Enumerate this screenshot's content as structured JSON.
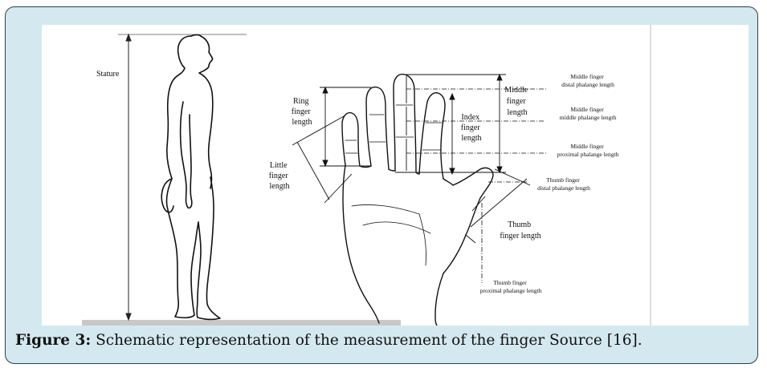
{
  "figure": {
    "caption_label": "Figure 3:",
    "caption_text": " Schematic representation of the measurement of the finger Source [16].",
    "labels": {
      "stature": "Stature",
      "ring": [
        "Ring",
        "finger",
        "length"
      ],
      "little": [
        "Little",
        "finger",
        "length"
      ],
      "index": [
        "Index",
        "finger",
        "length"
      ],
      "middle": [
        "Middle",
        "finger",
        "length"
      ],
      "thumb": [
        "Thumb",
        "finger length"
      ],
      "middle_distal": [
        "Middle finger",
        "distal phalange length"
      ],
      "middle_middle": [
        "Middle finger",
        "middle phalange length"
      ],
      "middle_proximal": [
        "Middle finger",
        "proximal phalange length"
      ],
      "thumb_distal": [
        "Thumb finger",
        "distal phalange length"
      ],
      "thumb_proximal": [
        "Thumb finger",
        "proximal phalange length"
      ]
    }
  },
  "colors": {
    "frame_bg": "#d4e9ef",
    "frame_border": "#2f3e46",
    "ground": "#c8c8c8"
  }
}
